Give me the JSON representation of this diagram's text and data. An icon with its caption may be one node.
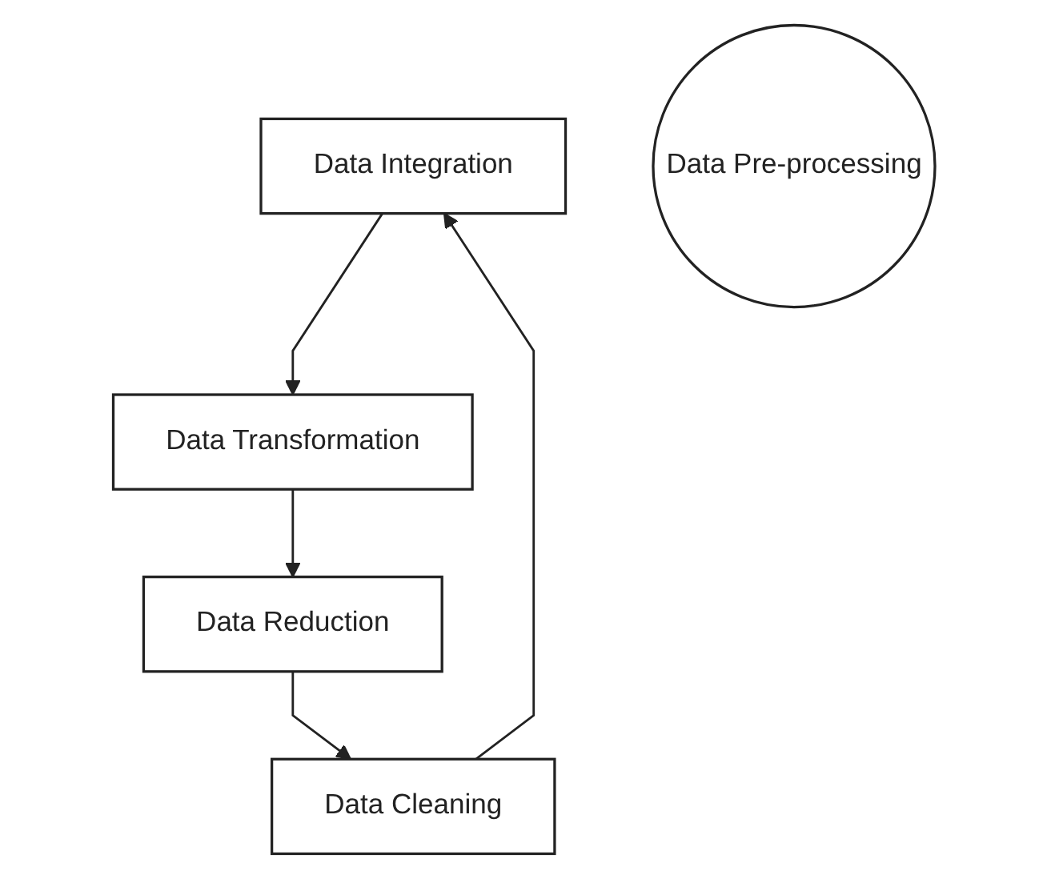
{
  "diagram": {
    "nodes": [
      {
        "text": [
          "Data Integration"
        ]
      },
      {
        "text": [
          "Data Cleaning"
        ]
      },
      {
        "text": [
          "Data Pre-processing"
        ]
      },
      {
        "text": [
          "Data Transformation"
        ]
      },
      {
        "text": [
          "Data Reduction"
        ]
      }
    ],
    "edges": [
      {
        "from": 1,
        "to": 0,
        "arrow": "to"
      },
      {
        "from": 0,
        "to": 3,
        "arrow": "to"
      },
      {
        "from": 3,
        "to": 4,
        "arrow": "to"
      },
      {
        "from": 4,
        "to": 1,
        "arrow": "to"
      }
    ]
  }
}
